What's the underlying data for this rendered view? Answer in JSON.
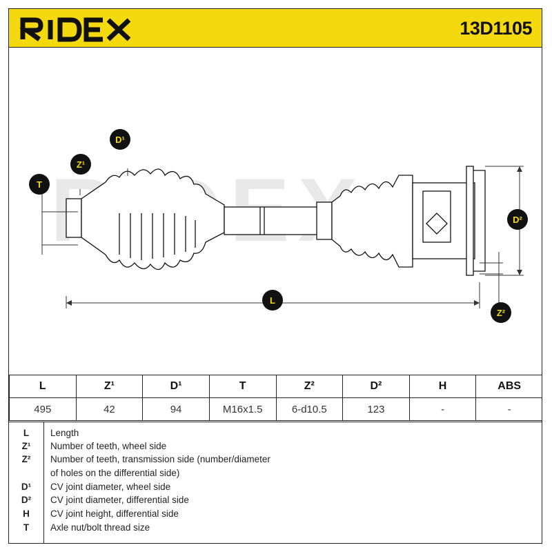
{
  "brand": {
    "name": "RIDEX",
    "part_number": "13D1105"
  },
  "diagram": {
    "watermark": "RIDEX",
    "labels": {
      "T": "T",
      "Z1": "Z¹",
      "D1": "D¹",
      "L": "L",
      "D2": "D²",
      "Z2": "Z²"
    }
  },
  "specs": {
    "headers": [
      "L",
      "Z¹",
      "D¹",
      "T",
      "Z²",
      "D²",
      "H",
      "ABS"
    ],
    "values": [
      "495",
      "42",
      "94",
      "M16x1.5",
      "6-d10.5",
      "123",
      "-",
      "-"
    ]
  },
  "legend": [
    {
      "code": "L",
      "text": "Length"
    },
    {
      "code": "Z¹",
      "text": "Number of teeth, wheel side"
    },
    {
      "code": "Z²",
      "text": "Number of teeth, transmission side (number/diameter"
    },
    {
      "code": "",
      "text": "of holes on the differential side)"
    },
    {
      "code": "D¹",
      "text": "CV joint diameter, wheel side"
    },
    {
      "code": "D²",
      "text": "CV joint diameter, differential side"
    },
    {
      "code": "H",
      "text": "CV joint height, differential side"
    },
    {
      "code": "T",
      "text": "Axle nut/bolt thread size"
    }
  ],
  "colors": {
    "accent": "#f5d90f",
    "ink": "#111111",
    "watermark": "#e8e8e8"
  }
}
